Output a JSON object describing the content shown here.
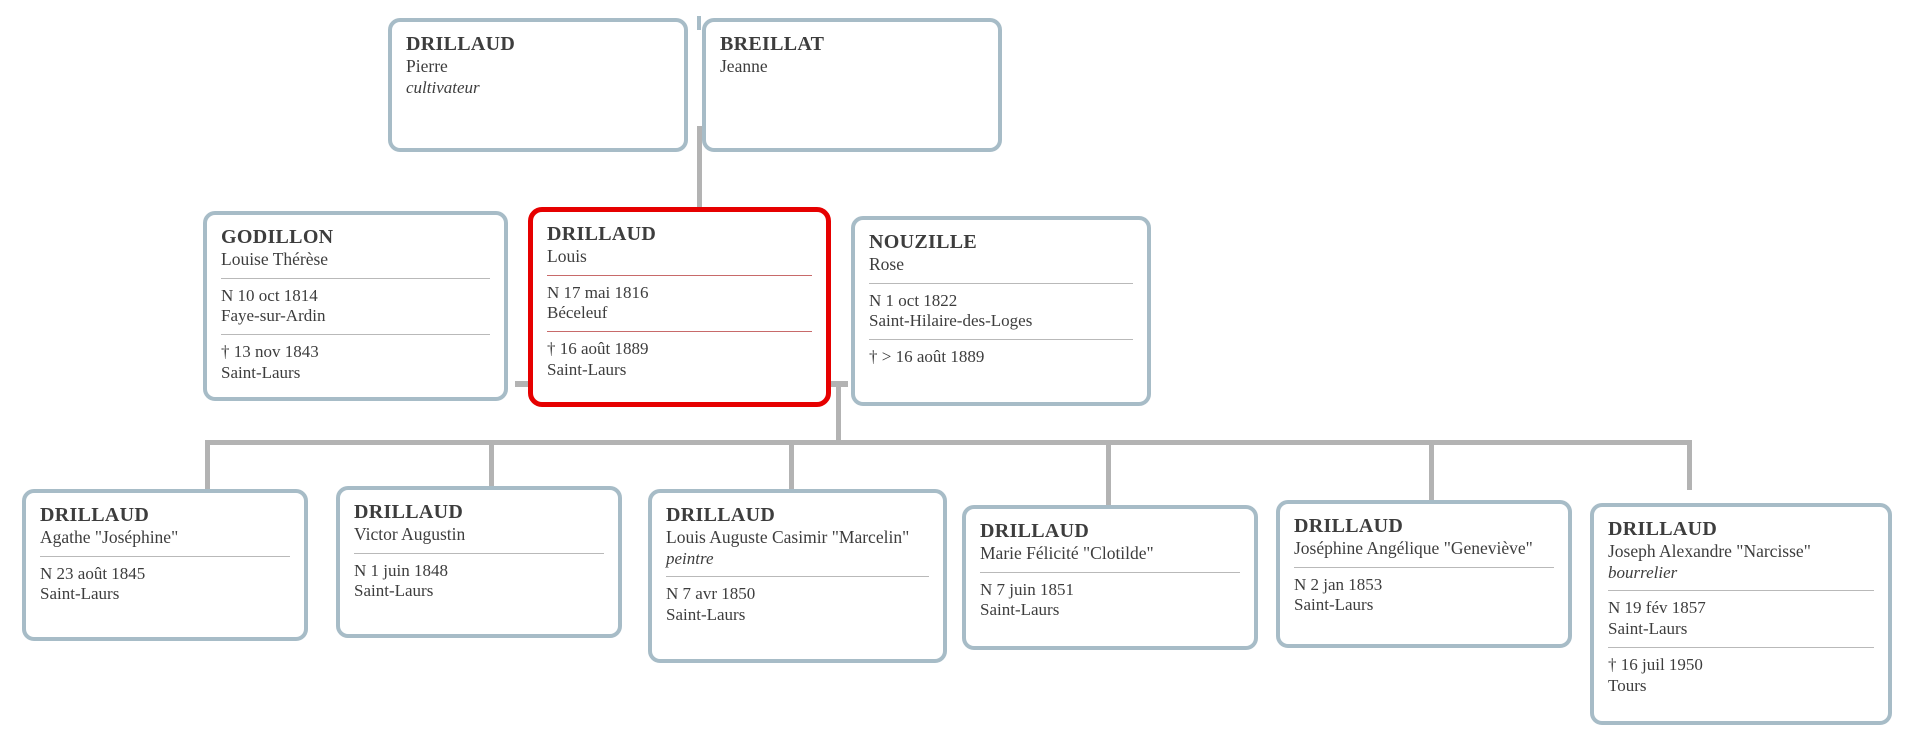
{
  "theme": {
    "border_color": "#a7bcc7",
    "highlight_color": "#e60000",
    "connector_color": "#b3b3b3",
    "text_color": "#3d3d3d",
    "separator_color": "#b9b9b9",
    "highlight_separator_color": "#c86a6a",
    "background": "#ffffff"
  },
  "generations": {
    "grandparents": [
      {
        "id": "gp-father",
        "surname": "DRILLAUD",
        "given": "Pierre",
        "occupation": "cultivateur",
        "birth": null,
        "death": null,
        "highlight": false
      },
      {
        "id": "gp-mother",
        "surname": "BREILLAT",
        "given": "Jeanne",
        "occupation": null,
        "birth": null,
        "death": null,
        "highlight": false
      }
    ],
    "parents": [
      {
        "id": "p-godillon",
        "surname": "GODILLON",
        "given": "Louise Thérèse",
        "occupation": null,
        "birth": {
          "date": "N 10 oct 1814",
          "place": "Faye-sur-Ardin"
        },
        "death": {
          "date": "† 13 nov 1843",
          "place": "Saint-Laurs"
        },
        "highlight": false
      },
      {
        "id": "p-drillaud-louis",
        "surname": "DRILLAUD",
        "given": "Louis",
        "occupation": null,
        "birth": {
          "date": "N 17 mai 1816",
          "place": "Béceleuf"
        },
        "death": {
          "date": "† 16 août 1889",
          "place": "Saint-Laurs"
        },
        "highlight": true
      },
      {
        "id": "p-nouzille",
        "surname": "NOUZILLE",
        "given": "Rose",
        "occupation": null,
        "birth": {
          "date": "N 1 oct 1822",
          "place": "Saint-Hilaire-des-Loges"
        },
        "death": {
          "date": "† > 16 août 1889",
          "place": null
        },
        "highlight": false
      }
    ],
    "children": [
      {
        "id": "c-agathe",
        "surname": "DRILLAUD",
        "given": "Agathe \"Joséphine\"",
        "occupation": null,
        "birth": {
          "date": "N 23 août 1845",
          "place": "Saint-Laurs"
        },
        "death": null,
        "highlight": false
      },
      {
        "id": "c-victor",
        "surname": "DRILLAUD",
        "given": "Victor Augustin",
        "occupation": null,
        "birth": {
          "date": "N 1 juin 1848",
          "place": "Saint-Laurs"
        },
        "death": null,
        "highlight": false
      },
      {
        "id": "c-marcelin",
        "surname": "DRILLAUD",
        "given": "Louis Auguste Casimir \"Marcelin\"",
        "occupation": "peintre",
        "birth": {
          "date": "N 7 avr 1850",
          "place": "Saint-Laurs"
        },
        "death": null,
        "highlight": false
      },
      {
        "id": "c-clotilde",
        "surname": "DRILLAUD",
        "given": "Marie Félicité \"Clotilde\"",
        "occupation": null,
        "birth": {
          "date": "N 7 juin 1851",
          "place": "Saint-Laurs"
        },
        "death": null,
        "highlight": false
      },
      {
        "id": "c-genevieve",
        "surname": "DRILLAUD",
        "given": "Joséphine Angélique \"Geneviève\"",
        "occupation": null,
        "birth": {
          "date": "N 2 jan 1853",
          "place": "Saint-Laurs"
        },
        "death": null,
        "highlight": false
      },
      {
        "id": "c-narcisse",
        "surname": "DRILLAUD",
        "given": "Joseph Alexandre \"Narcisse\"",
        "occupation": "bourrelier",
        "birth": {
          "date": "N 19 fév 1857",
          "place": "Saint-Laurs"
        },
        "death": {
          "date": "† 16 juil 1950",
          "place": "Tours"
        },
        "highlight": false
      }
    ]
  }
}
